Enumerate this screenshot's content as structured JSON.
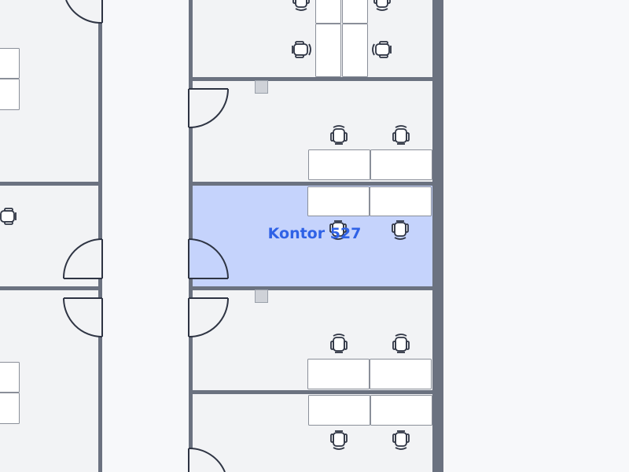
{
  "floorplan": {
    "highlighted_room": {
      "label": "Kontor 527"
    },
    "colors": {
      "background": "#f7f8fa",
      "room_fill": "#f2f3f5",
      "wall": "#6b7280",
      "outer_wall": "#6b7280",
      "highlight_fill": "#c5d3fc",
      "highlight_text": "#2f62e6",
      "door_stroke": "#2e3443",
      "desk_fill": "#ffffff",
      "desk_stroke": "#8a8f99",
      "chair_stroke": "#2e3443",
      "column_fill": "#cfd2d8"
    },
    "icons": {
      "chair": "office-chair-icon",
      "desk": "desk-rectangle",
      "door": "door-swing-arc",
      "column": "square-column"
    }
  }
}
